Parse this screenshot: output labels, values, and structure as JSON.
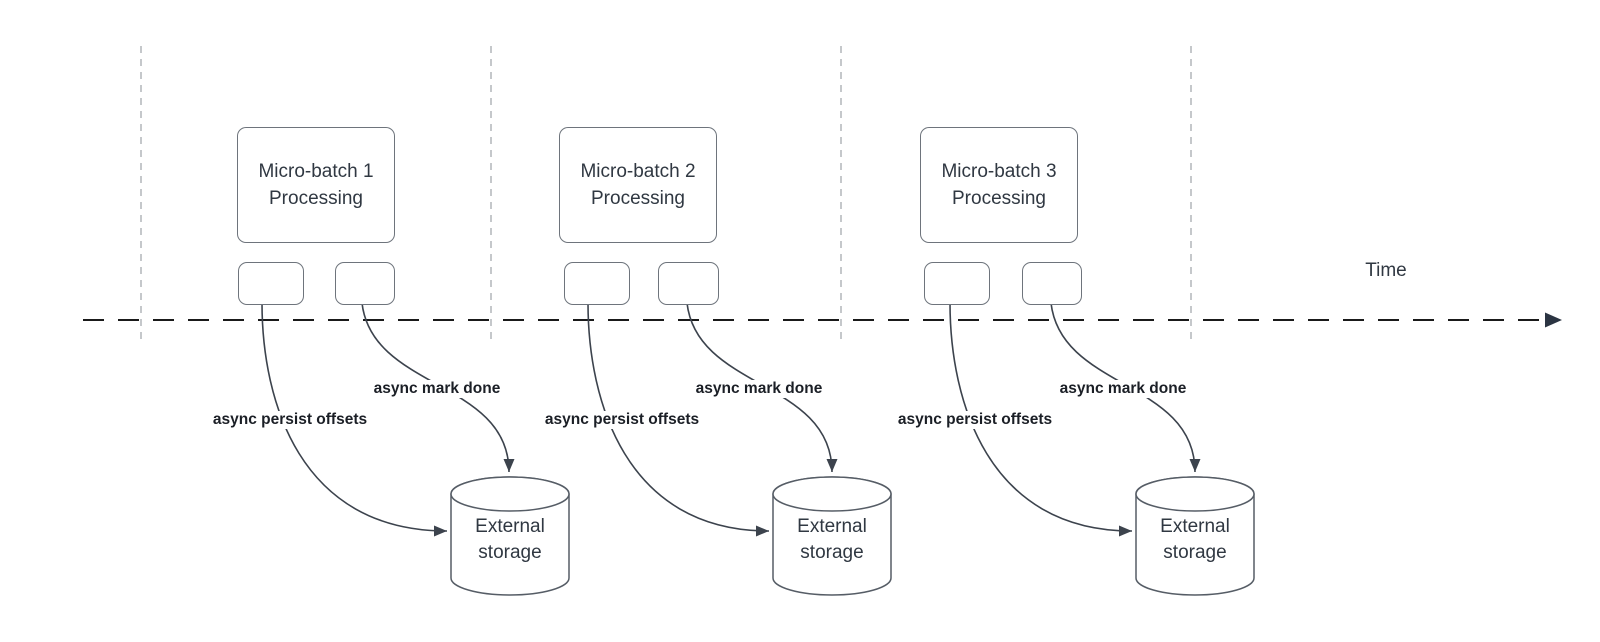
{
  "diagram": {
    "time_label": "Time",
    "groups": [
      {
        "title_line1": "Micro-batch 1",
        "title_line2": "Processing",
        "persist_arrow_label": "async persist offsets",
        "mark_done_arrow_label": "async mark done",
        "storage_line1": "External",
        "storage_line2": "storage"
      },
      {
        "title_line1": "Micro-batch 2",
        "title_line2": "Processing",
        "persist_arrow_label": "async persist offsets",
        "mark_done_arrow_label": "async mark done",
        "storage_line1": "External",
        "storage_line2": "storage"
      },
      {
        "title_line1": "Micro-batch 3",
        "title_line2": "Processing",
        "persist_arrow_label": "async persist offsets",
        "mark_done_arrow_label": "async mark done",
        "storage_line1": "External",
        "storage_line2": "storage"
      }
    ],
    "colors": {
      "background": "#ffffff",
      "arrow": "#3c434d",
      "timeline": "#1a1a1a",
      "period_divider": "#b2b5ba",
      "shape_border": "#6e747c",
      "cylinder_border": "#565d66",
      "text": "#303842",
      "arrow_label_text": "#1b1f26"
    }
  }
}
